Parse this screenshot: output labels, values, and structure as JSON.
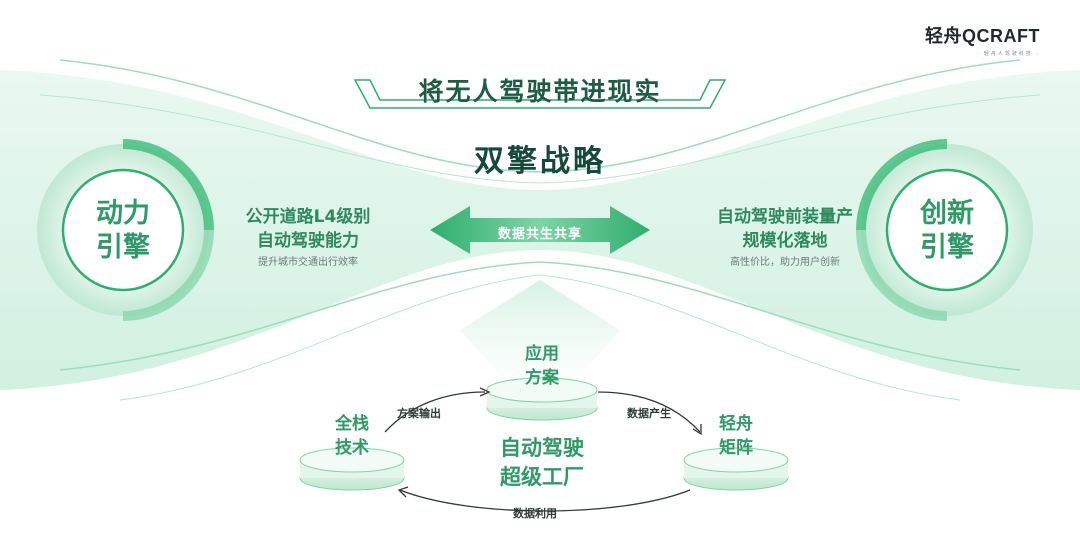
{
  "logo": {
    "text": "轻舟QCRAFT",
    "slogan": "· 轻舟人驾驶科技 ·"
  },
  "headline": "将无人驾驶带进现实",
  "strategy": "双擎战略",
  "left_engine": {
    "title_line1": "动力",
    "title_line2": "引擎",
    "desc_line1": "公开道路L4级别",
    "desc_line2": "自动驾驶能力",
    "desc_sub": "提升城市交通出行效率"
  },
  "right_engine": {
    "title_line1": "创新",
    "title_line2": "引擎",
    "desc_line1": "自动驾驶前装量产",
    "desc_line2": "规模化落地",
    "desc_sub": "高性价比，助力用户创新"
  },
  "share_label": "数据共生共享",
  "factory": {
    "center_line1": "自动驾驶",
    "center_line2": "超级工厂",
    "top_node": {
      "line1": "应用",
      "line2": "方案"
    },
    "left_node": {
      "line1": "全栈",
      "line2": "技术"
    },
    "right_node": {
      "line1": "轻舟",
      "line2": "矩阵"
    },
    "arrow_left_top": "方案输出",
    "arrow_right_top": "数据产生",
    "arrow_bottom": "数据利用"
  },
  "colors": {
    "primary_green": "#2f9a67",
    "dark_green": "#17493a",
    "light_green": "#d6f1e2",
    "accent_green": "#3dbb7b"
  }
}
